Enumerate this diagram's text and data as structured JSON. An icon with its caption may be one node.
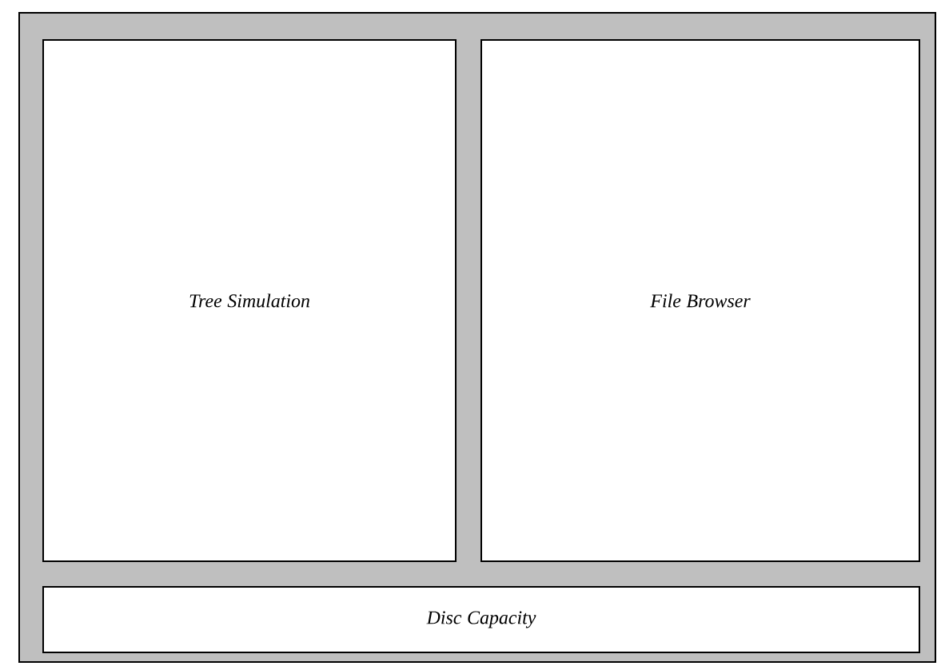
{
  "diagram": {
    "nodes": [
      {
        "text": [],
        "shape": "box"
      },
      {
        "text": [
          "Tree Simulation"
        ],
        "in": 0
      },
      {
        "text": [
          "File Browser"
        ],
        "in": 0
      },
      {
        "text": [
          "Disc Capacity"
        ],
        "in": 0
      }
    ]
  }
}
